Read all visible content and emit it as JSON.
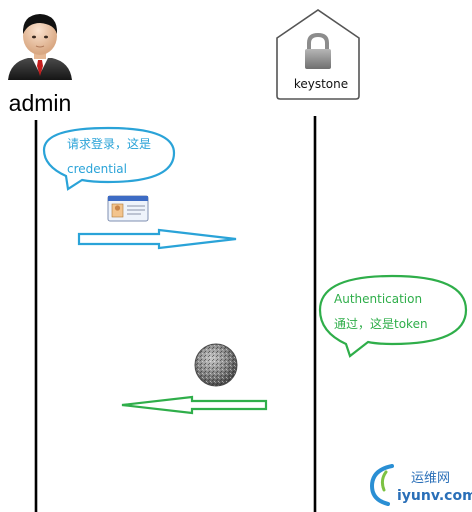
{
  "actors": {
    "client": {
      "label": "admin",
      "icon": "user-avatar-icon"
    },
    "server": {
      "label": "keystone",
      "icon": "lock-icon"
    }
  },
  "messages": [
    {
      "bubble_lines": [
        "请求登录，这是",
        "credential"
      ],
      "color": "#2aa3d8",
      "payload_icon": "id-card-icon",
      "direction": "admin-to-keystone"
    },
    {
      "bubble_lines": [
        "Authentication",
        "通过，这是token"
      ],
      "color": "#2fae4a",
      "payload_icon": "token-coin-icon",
      "direction": "keystone-to-admin"
    }
  ],
  "watermark": {
    "cn": "运维网",
    "url": "iyunv.com"
  }
}
